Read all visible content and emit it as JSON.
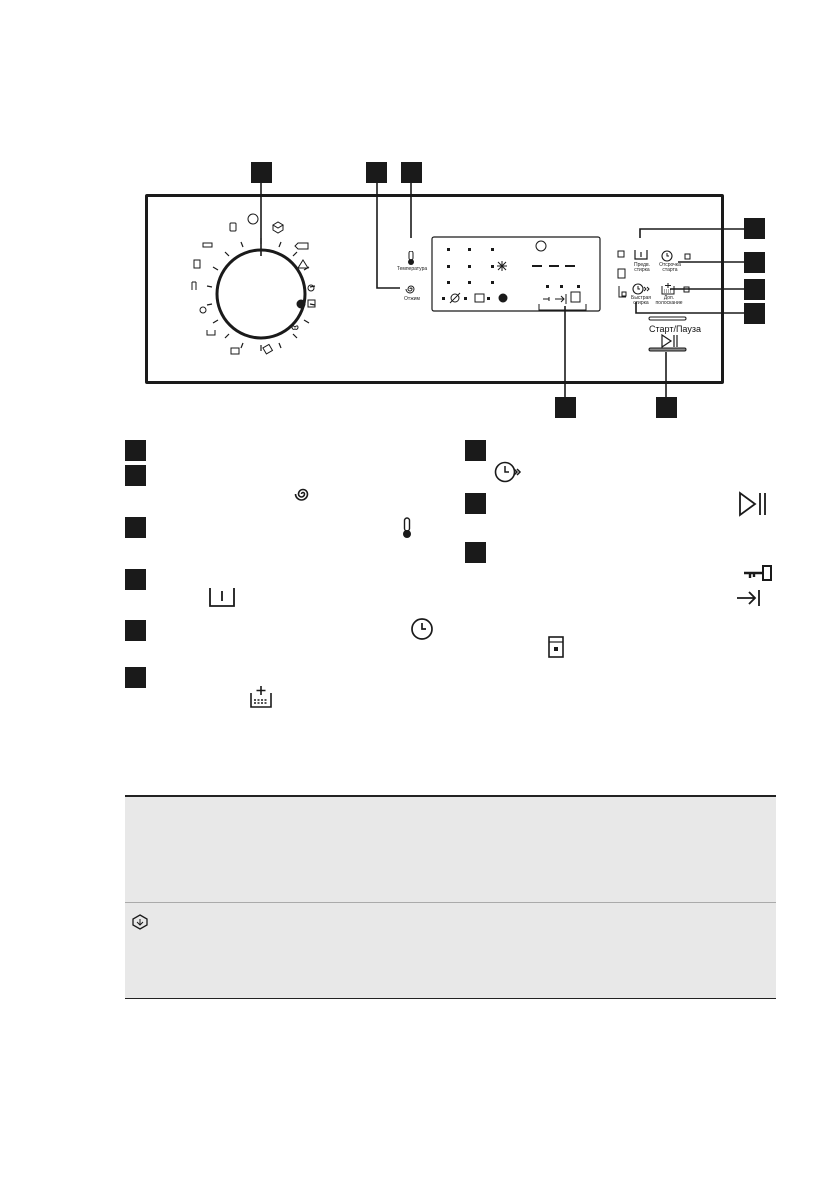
{
  "panel": {
    "spin_label": "Отжим",
    "temperature_label": "Температура",
    "prewash_label_line1": "Предв.",
    "prewash_label_line2": "стирка",
    "delay_label_line1": "Отсрочка",
    "delay_label_line2": "старта",
    "quick_label_line1": "Быстрая",
    "quick_label_line2": "стирка",
    "rinse_label_line1": "Доп.",
    "rinse_label_line2": "полоскание",
    "start_pause_label": "Старт/Пауза"
  },
  "icons": [
    "dial",
    "spin-icon",
    "thermometer-icon",
    "prewash-icon",
    "delay-start-icon",
    "extra-rinse-icon",
    "time-save-icon",
    "start-pause-icon",
    "key-lock-icon",
    "arrow-step-icon",
    "door-lock-icon",
    "eco-leaf-icon"
  ],
  "colors": {
    "ink": "#1a1a1a",
    "table_bg": "#e8e8e8"
  }
}
